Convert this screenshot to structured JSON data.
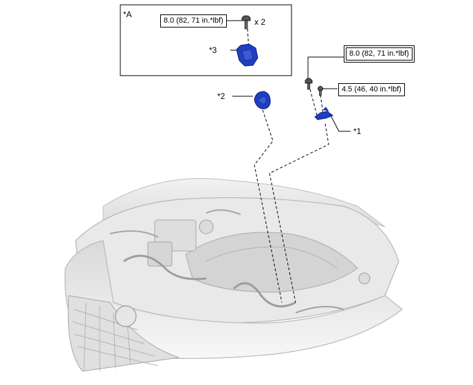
{
  "inset": {
    "label": "*A",
    "torque": "8.0 (82, 71 in.*lbf)",
    "quantity": "x 2",
    "part_label": "*3"
  },
  "callouts": {
    "part1": "*1",
    "part2": "*2",
    "torque_upper": "8.0 (82, 71 in.*lbf)",
    "torque_lower": "4.5 (46, 40 in.*lbf)"
  },
  "colors": {
    "part_blue": "#1f3fbf",
    "part_blue_dark": "#0b1f8a",
    "line": "#000000",
    "engine_gray": "#c8c8c8"
  }
}
